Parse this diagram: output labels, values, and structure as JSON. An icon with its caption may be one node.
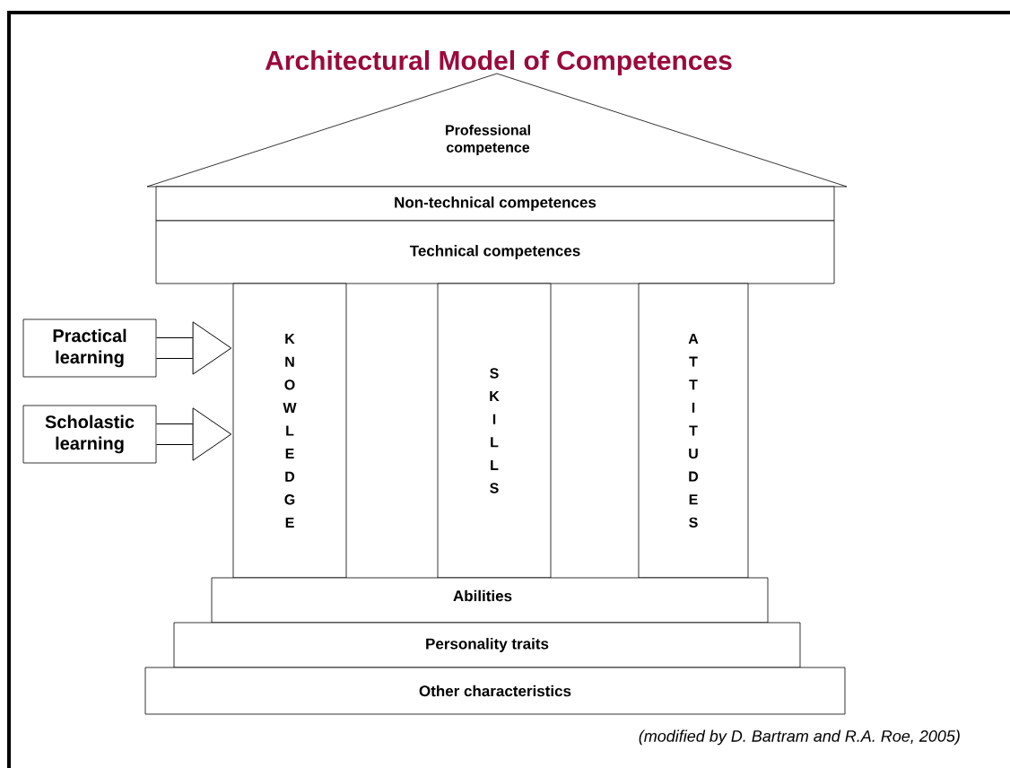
{
  "diagram": {
    "title": "Architectural  Model of Competences",
    "caption": "(modified by D. Bartram and R.A. Roe, 2005)",
    "nodes": [
      {
        "text": [
          "Professional competence"
        ]
      },
      {
        "text": [
          "Non-technical competences"
        ]
      },
      {
        "text": [
          "Technical competences"
        ]
      },
      {
        "text": [
          "KNOWLEDGE"
        ]
      },
      {
        "text": [
          "SKILLS"
        ]
      },
      {
        "text": [
          "ATTITUDES"
        ]
      },
      {
        "text": [
          "Abilities"
        ]
      },
      {
        "text": [
          "Personality traits"
        ]
      },
      {
        "text": [
          "Other characteristics"
        ]
      },
      {
        "text": [
          "Practical learning"
        ]
      },
      {
        "text": [
          "Scholastic learning"
        ]
      }
    ],
    "edges": [
      {
        "from": 9,
        "to": 3,
        "arrow": "to"
      },
      {
        "from": 10,
        "to": 3,
        "arrow": "to"
      }
    ]
  }
}
